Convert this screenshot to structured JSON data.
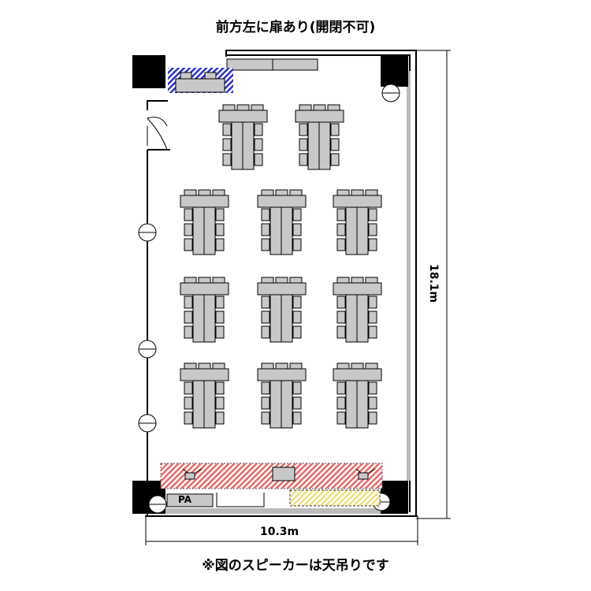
{
  "title": "前方左に扉あり(開閉不可)",
  "caption": "※図のスピーカーは天吊りです",
  "dimensions": {
    "width": "10.3m",
    "length": "18.1m"
  },
  "labels": {
    "pa": "PA"
  },
  "colors": {
    "stage_hatch": "#e05050",
    "front_hatch": "#e8d860",
    "entrance_hatch": "#2a2ad0",
    "table": "#c8c8c8"
  }
}
